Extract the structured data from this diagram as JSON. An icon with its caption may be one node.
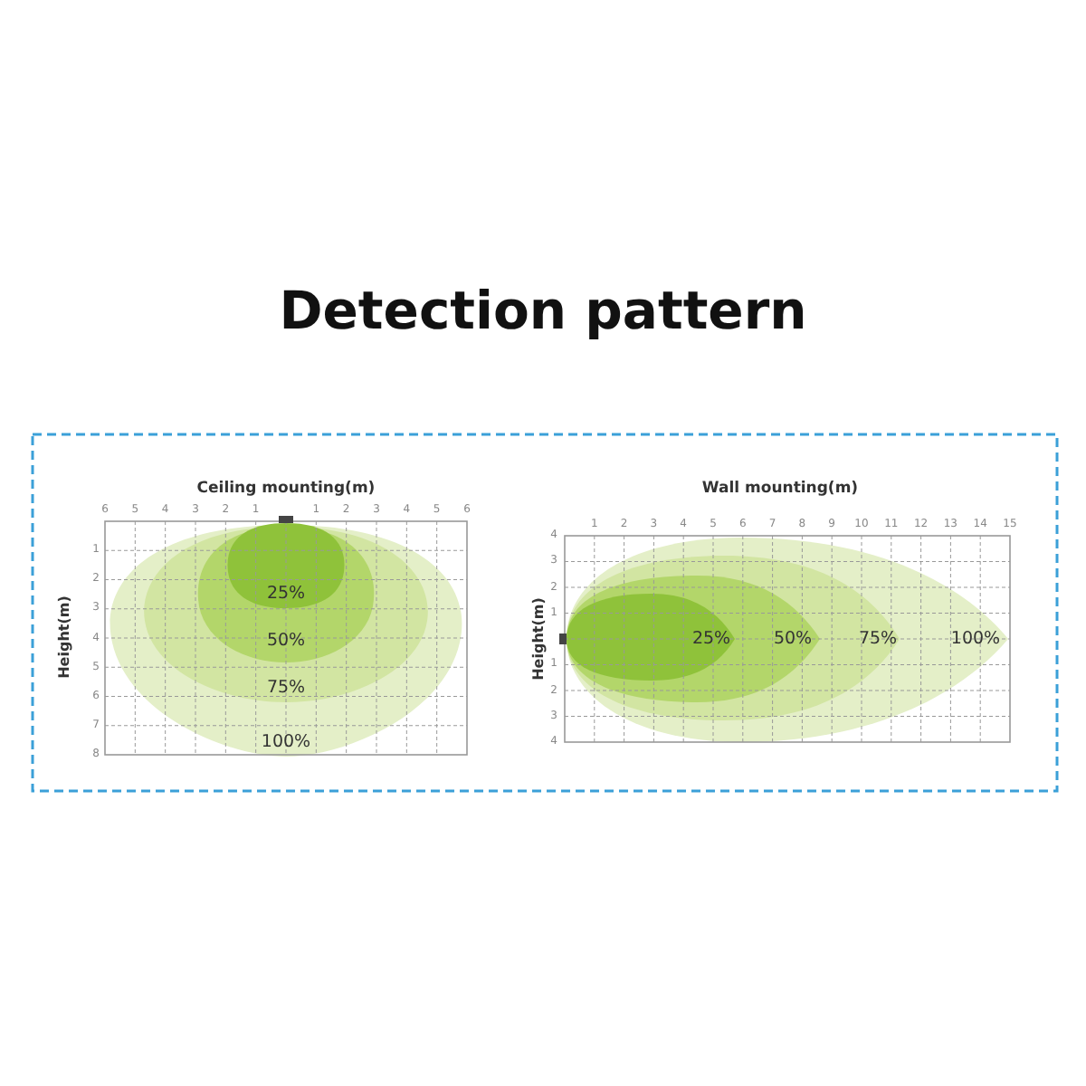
{
  "diagram": {
    "title": "Detection pattern",
    "labels": [
      "Ceiling mounting(m)",
      "6",
      "5",
      "4",
      "3",
      "2",
      "1",
      "1",
      "2",
      "3",
      "4",
      "5",
      "6",
      "1",
      "2",
      "3",
      "4",
      "5",
      "6",
      "7",
      "8",
      "Height(m)",
      "25%",
      "50%",
      "75%",
      "100%",
      "Wall mounting(m)",
      "1",
      "2",
      "3",
      "4",
      "5",
      "6",
      "7",
      "8",
      "9",
      "10",
      "11",
      "12",
      "13",
      "14",
      "15",
      "4",
      "3",
      "2",
      "1",
      "1",
      "2",
      "3",
      "4",
      "Height(m)",
      "25%",
      "50%",
      "75%",
      "100%"
    ]
  }
}
